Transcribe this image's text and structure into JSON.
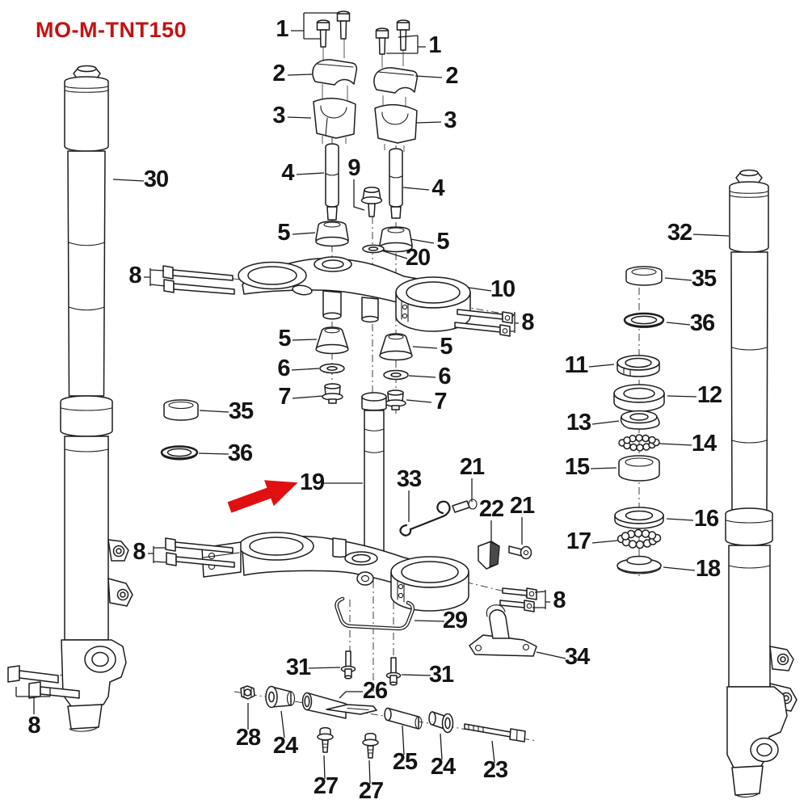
{
  "title": {
    "text": "MO-M-TNT150",
    "color": "#c41212"
  },
  "arrow": {
    "color": "#e01010",
    "target_part": "19"
  },
  "parts": {
    "1": "1",
    "2": "2",
    "3": "3",
    "4": "4",
    "5": "5",
    "6": "6",
    "7": "7",
    "8": "8",
    "9": "9",
    "10": "10",
    "11": "11",
    "12": "12",
    "13": "13",
    "14": "14",
    "15": "15",
    "16": "16",
    "17": "17",
    "18": "18",
    "19": "19",
    "20": "20",
    "21": "21",
    "22": "22",
    "23": "23",
    "24": "24",
    "25": "25",
    "26": "26",
    "27": "27",
    "28": "28",
    "29": "29",
    "30": "30",
    "31": "31",
    "32": "32",
    "33": "33",
    "34": "34",
    "35": "35",
    "36": "36"
  }
}
